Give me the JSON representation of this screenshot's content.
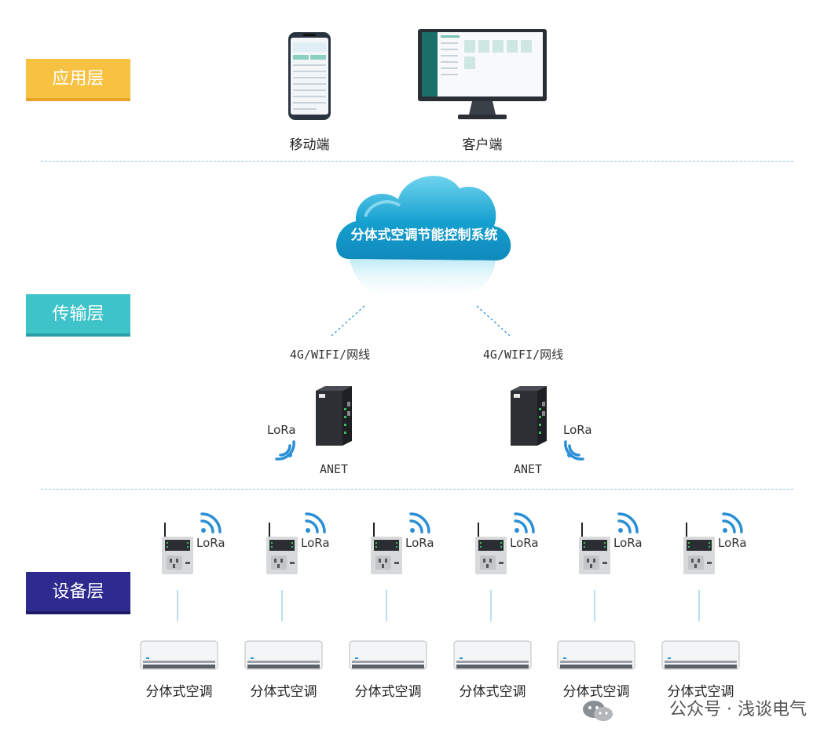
{
  "layers": {
    "application": "应用层",
    "transport": "传输层",
    "device": "设备层"
  },
  "application": {
    "mobile_label": "移动端",
    "client_label": "客户端"
  },
  "cloud": {
    "title": "分体式空调节能控制系统"
  },
  "transport": {
    "link_left": "4G/WIFI/网线",
    "link_right": "4G/WIFI/网线",
    "gateway_left_name": "ANET",
    "gateway_right_name": "ANET",
    "lora_left": "LoRa",
    "lora_right": "LoRa"
  },
  "devices": [
    {
      "lora": "LoRa",
      "ac_label": "分体式空调"
    },
    {
      "lora": "LoRa",
      "ac_label": "分体式空调"
    },
    {
      "lora": "LoRa",
      "ac_label": "分体式空调"
    },
    {
      "lora": "LoRa",
      "ac_label": "分体式空调"
    },
    {
      "lora": "LoRa",
      "ac_label": "分体式空调"
    },
    {
      "lora": "LoRa",
      "ac_label": "分体式空调"
    }
  ],
  "watermark": "公众号 · 浅谈电气",
  "colors": {
    "application_layer": "#f7c142",
    "transport_layer": "#3ec3c9",
    "device_layer": "#2e2a8f",
    "signal": "#2b8fd6",
    "cloud": "#1fa3cf"
  },
  "icons": [
    "smartphone-icon",
    "monitor-icon",
    "cloud-icon",
    "gateway-icon",
    "wifi-signal-icon",
    "socket-controller-icon",
    "air-conditioner-icon",
    "wechat-icon"
  ]
}
